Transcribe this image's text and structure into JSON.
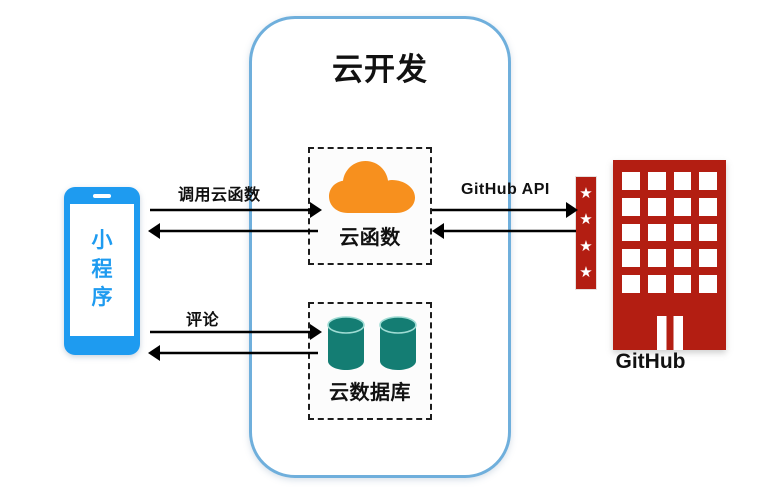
{
  "diagram": {
    "title": "云开发",
    "container": {
      "label": "云开发",
      "accent_color": "#6FAFDC"
    },
    "nodes": {
      "mini_program": {
        "name": "小程序",
        "chars": [
          "小",
          "程",
          "序"
        ],
        "color": "#1E9BF0",
        "icon": "phone-icon"
      },
      "cloud_function": {
        "label": "云函数",
        "icon": "cloud-icon",
        "color": "#F7901E"
      },
      "cloud_database": {
        "label": "云数据库",
        "icon": "database-icon",
        "color": "#147D73"
      },
      "github": {
        "label": "GitHub",
        "icon": "building-icon",
        "color": "#B31E12",
        "banner_stars": 4,
        "window_rows": 5,
        "window_cols": 4
      }
    },
    "connections": [
      {
        "label": "调用云函数",
        "from": "小程序",
        "to": "云函数",
        "direction": "bidirectional"
      },
      {
        "label": "评论",
        "from": "小程序",
        "to": "云数据库",
        "direction": "bidirectional"
      },
      {
        "label": "GitHub API",
        "from": "云函数",
        "to": "GitHub",
        "direction": "bidirectional"
      }
    ]
  }
}
